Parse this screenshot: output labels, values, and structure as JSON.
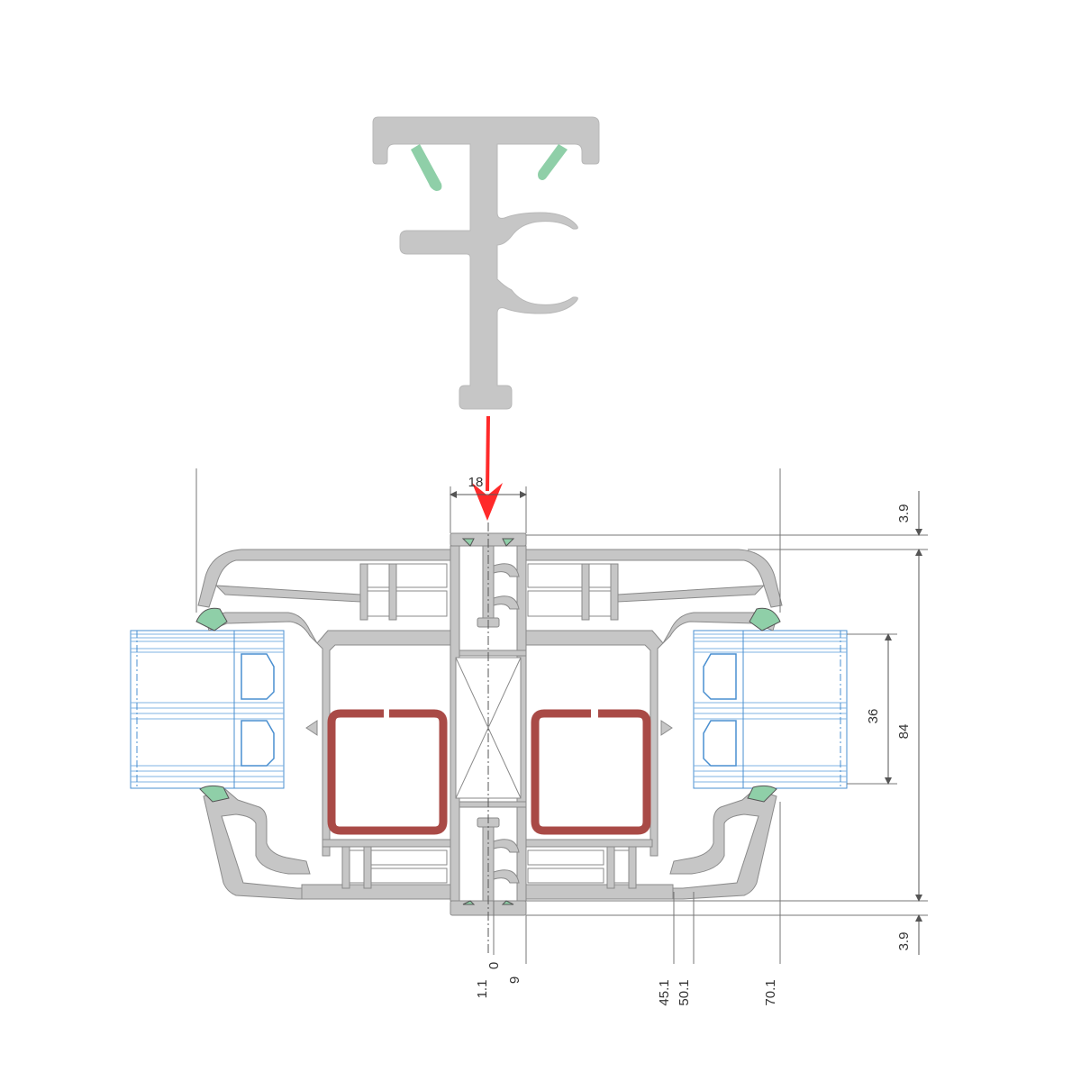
{
  "diagram": {
    "title": "",
    "connector_profile": {
      "name": "T-shaped coupling profile"
    },
    "arrow": {
      "color": "#ff2a2a"
    },
    "colors": {
      "profile_fill": "#c6c6c6",
      "profile_stroke": "#8a8a8a",
      "gasket": "#8fcfa8",
      "reinforcement": "#a94a46",
      "glazing": "#4a8fd0",
      "background": "#ffffff"
    },
    "dimensions": {
      "vertical": {
        "top_offset": "3.9",
        "bottom_offset": "3.9",
        "glass": "36",
        "depth": "84"
      },
      "horizontal": [
        {
          "id": "d0",
          "label": "0"
        },
        {
          "id": "d11",
          "label": "1.1"
        },
        {
          "id": "d9",
          "label": "9"
        },
        {
          "id": "d451",
          "label": "45.1"
        },
        {
          "id": "d501",
          "label": "50.1"
        },
        {
          "id": "d701",
          "label": "70.1"
        }
      ],
      "top_width_label": "18"
    }
  }
}
